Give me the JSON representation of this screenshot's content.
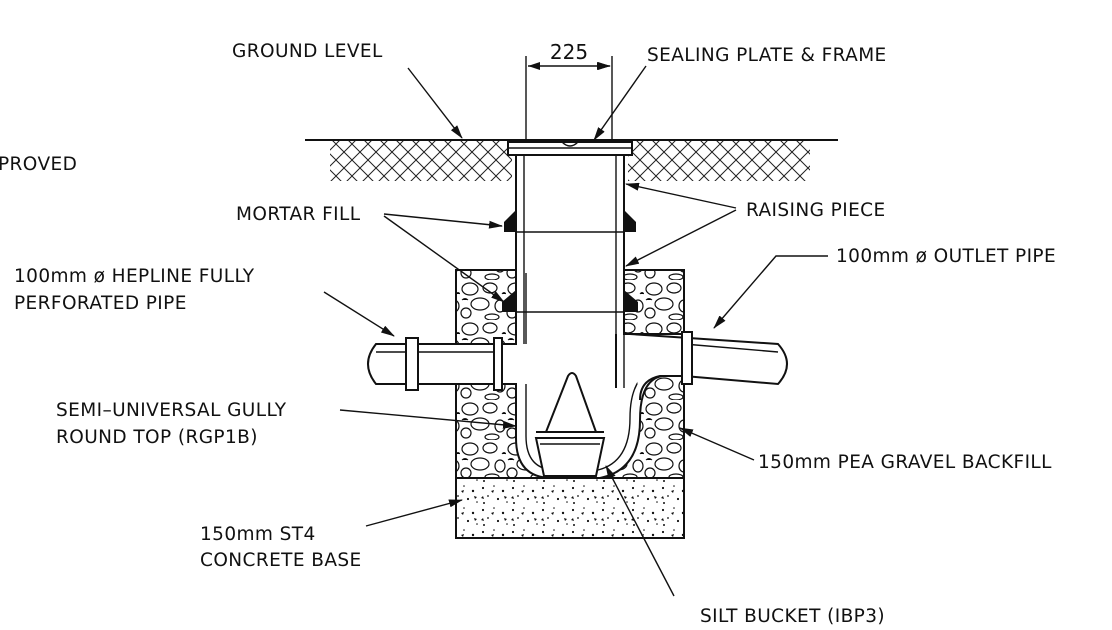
{
  "drawing": {
    "dimension_225": "225",
    "labels": {
      "ground_level": "GROUND LEVEL",
      "sealing_plate": "SEALING PLATE & FRAME",
      "approved_partial": "PROVED",
      "mortar_fill": "MORTAR FILL",
      "raising_piece": "RAISING PIECE",
      "outlet_pipe": "100mm ø OUTLET PIPE",
      "hepline_1": "100mm ø HEPLINE FULLY",
      "hepline_2": "PERFORATED PIPE",
      "gully_1": "SEMI–UNIVERSAL GULLY",
      "gully_2": "ROUND TOP (RGP1B)",
      "pea_gravel": "150mm PEA GRAVEL BACKFILL",
      "concrete_1": "150mm ST4",
      "concrete_2": "CONCRETE BASE",
      "silt_bucket": "SILT BUCKET (IBP3)"
    }
  }
}
